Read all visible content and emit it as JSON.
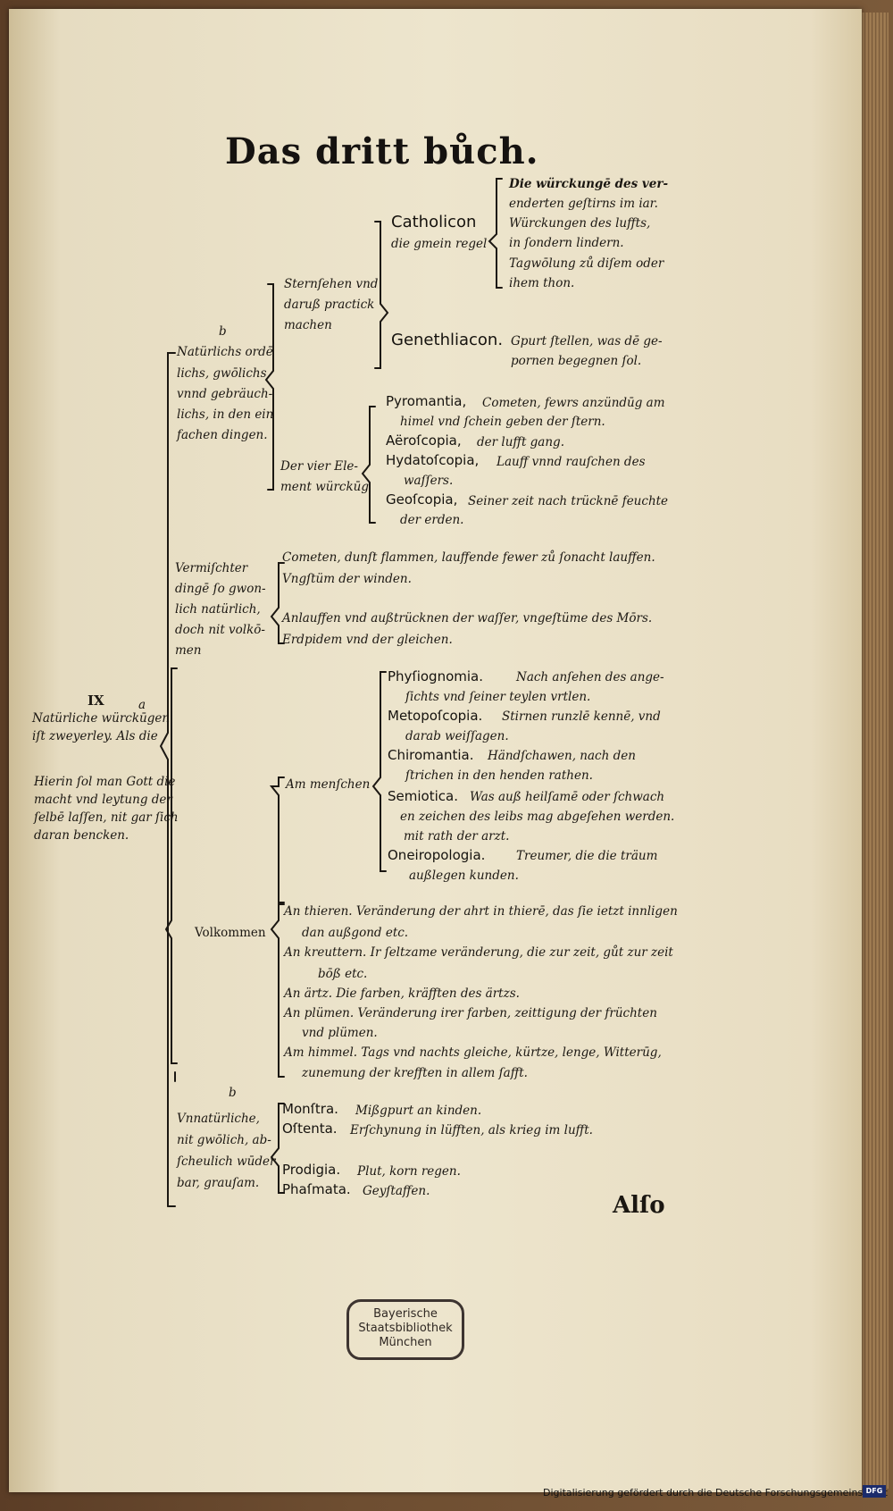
{
  "page": {
    "title": "Das dritt bůch.",
    "catchword": "Alſo",
    "stamp": [
      "Bayerische",
      "Staatsbibliothek",
      "München"
    ],
    "footer": "Digitalisierung gefördert durch die Deutsche Forschungsgemeinschaft",
    "footer_logo": "DFG"
  },
  "margin_notes": {
    "mark_ix": "IX",
    "mark_a": "a",
    "line1": "Natürliche würckūgen",
    "line2": "iſt zweyerley. Als die",
    "note1": "Hierin ſol man Gott die",
    "note2": "macht vnd leytung der",
    "note3": "ſelbē laſſen, nit gar ſich",
    "note4": "daran bencken."
  },
  "natural": {
    "mark_b": "b",
    "lines": [
      "Natürlichs ordē",
      "lichs, gwōlichs,",
      "vnnd gebräuch-",
      "lichs, in den ein",
      "fachen dingen."
    ]
  },
  "stern": {
    "lines": [
      "Sternſehen vnd",
      "daruß practick",
      "machen"
    ],
    "catholicon": "Catholicon",
    "catholicon_sub": "die gmein regel",
    "cat_desc": [
      "Die würckungē des ver-",
      "enderten geſtirns im iar.",
      "Würckungen des luffts,",
      "in ſondern lindern.",
      "Tagwōlung zů diſem oder",
      "ihem thon."
    ],
    "genethliacon": "Genethliacon.",
    "gen_desc": [
      "Gpurt ſtellen, was dē ge-",
      "pornen begegnen ſol."
    ]
  },
  "elements": {
    "lines": [
      "Der vier Ele-",
      "ment würckūg"
    ],
    "pyro": "Pyromantia,",
    "pyro_desc": "Cometen, fewrs anzündūg am",
    "pyro_desc2": "himel vnd ſchein geben der ſtern.",
    "aero": "Aëroſcopia,",
    "aero_desc": "der lufft gang.",
    "hydato": "Hydatoſcopia,",
    "hydato_desc": "Lauff vnnd rauſchen des",
    "hydato_desc2": "waſſers.",
    "geo": "Geoſcopia,",
    "geo_desc": "Seiner zeit nach trücknē feuchte",
    "geo_desc2": "der erden."
  },
  "mixed": {
    "lines": [
      "Vermiſchter",
      "dingē ſo gwon-",
      "lich natürlich,",
      "doch nit volkō-",
      "men"
    ],
    "items": [
      "Cometen, dunſt flammen, lauffende fewer zů ſonacht lauffen.",
      "Vngſtüm der winden.",
      "Anlauffen vnd außtrücknen der waſſer, vngeſtüme des Mōrs.",
      "Erdpidem vnd der gleichen."
    ]
  },
  "human": {
    "label": "Am menſchen",
    "physio": "Phyſiognomia.",
    "physio_desc": "Nach anſehen des ange-",
    "physio_desc2": "ſichts vnd ſeiner teylen vrtlen.",
    "meto": "Metopoſcopia.",
    "meto_desc": "Stirnen runzlē kennē, vnd",
    "meto_desc2": "darab weiſſagen.",
    "chiro": "Chiromantia.",
    "chiro_desc": "Händſchawen, nach den",
    "chiro_desc2": "ſtrichen in den henden rathen.",
    "semio": "Semiotica.",
    "semio_desc": "Was auß heilſamē oder ſchwach",
    "semio_desc2": "en zeichen des leibs mag abgeſehen werden.",
    "semio_desc3": "mit rath der arzt.",
    "oneiro": "Oneiropologia.",
    "oneiro_desc": "Treumer, die die träum",
    "oneiro_desc2": "außlegen kunden."
  },
  "volkommen": {
    "label": "Volkommen",
    "items": [
      "An thieren. Veränderung der ahrt in thierē, das ſie ietzt innligen",
      "dan außgond etc.",
      "An kreuttern. Ir ſeltzame veränderung, die zur zeit, gůt zur zeit",
      "bōß etc.",
      "An ärtz. Die farben, kräfften des ärtzs.",
      "An plümen. Veränderung irer farben, zeittigung der früchten",
      "vnd plümen.",
      "Am himmel. Tags vnd nachts gleiche, kürtze, lenge, Witterūg,",
      "zunemung der krefften in allem ſafft."
    ]
  },
  "unnatural": {
    "mark_b": "b",
    "lines": [
      "Vnnatürliche,",
      "nit gwōlich, ab-",
      "ſcheulich wūder",
      "bar, grauſam."
    ],
    "monstra": "Monſtra.",
    "monstra_desc": "Mißgpurt an kinden.",
    "ostenta": "Oſtenta.",
    "ostenta_desc": "Erſchynung in lüfften, als krieg im lufft.",
    "prodigia": "Prodigia.",
    "prodigia_desc": "Plut, korn regen.",
    "phasmata": "Phaſmata.",
    "phasmata_desc": "Geyſtaffen."
  }
}
